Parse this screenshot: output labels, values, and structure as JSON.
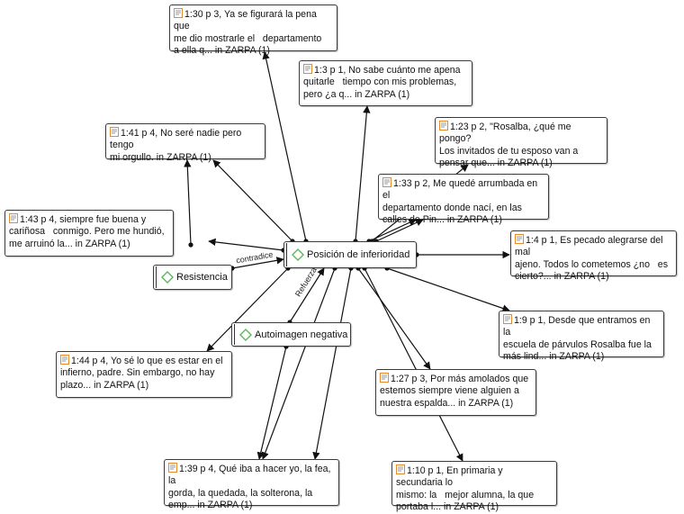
{
  "quotes": [
    {
      "id": "q130",
      "text": "1:30 p 3, Ya se figurará la pena que\nme dio mostrarle el   departamento\na ella q... in ZARPA (1)"
    },
    {
      "id": "q13",
      "text": "1:3 p 1, No sabe cuánto me apena\nquitarle   tiempo con mis problemas,\npero ¿a q... in ZARPA (1)"
    },
    {
      "id": "q141",
      "text": "1:41 p 4, No seré nadie pero tengo\nmi orgullo. in ZARPA (1)"
    },
    {
      "id": "q123",
      "text": "1:23 p 2, \"Rosalba, ¿qué me pongo?\nLos invitados de tu esposo van a\npensar que... in ZARPA (1)"
    },
    {
      "id": "q133",
      "text": "1:33 p 2, Me quedé arrumbada en el\ndepartamento donde nací, en las\ncalles de Pin... in ZARPA (1)"
    },
    {
      "id": "q143",
      "text": "1:43 p 4, siempre fue buena y\ncariñosa   conmigo. Pero me hundió,\nme arruinó la... in ZARPA (1)"
    },
    {
      "id": "q14",
      "text": "1:4 p 1, Es pecado alegrarse del mal\najeno. Todos lo cometemos ¿no   es\ncierto?... in ZARPA (1)"
    },
    {
      "id": "q19",
      "text": "1:9 p 1, Desde que entramos en   la\nescuela de párvulos Rosalba fue la\nmás lind... in ZARPA (1)"
    },
    {
      "id": "q144",
      "text": "1:44 p 4, Yo sé lo que es estar en el\ninfierno, padre. Sin embargo, no hay\nplazo... in ZARPA (1)"
    },
    {
      "id": "q127",
      "text": "1:27 p 3, Por más amolados que\nestemos siempre viene alguien a\nnuestra espalda... in ZARPA (1)"
    },
    {
      "id": "q139",
      "text": "1:39 p 4, Qué iba a hacer yo, la fea, la\ngorda, la quedada, la solterona, la\nemp... in ZARPA (1)"
    },
    {
      "id": "q110",
      "text": "1:10 p 1, En primaria y secundaria lo\nmismo: la   mejor alumna, la que\nportaba l... in ZARPA (1)"
    }
  ],
  "codes": [
    {
      "id": "central",
      "label": "Posición de inferioridad"
    },
    {
      "id": "resistencia",
      "label": "Resistencia"
    },
    {
      "id": "autoimagen",
      "label": "Autoimagen negativa"
    }
  ],
  "relations": {
    "contradice": "contradice",
    "refuerza": "Refuerza"
  },
  "colors": {
    "quote_icon": "#e58a2c",
    "code_icon": "#5cb85c",
    "line": "#111111"
  }
}
